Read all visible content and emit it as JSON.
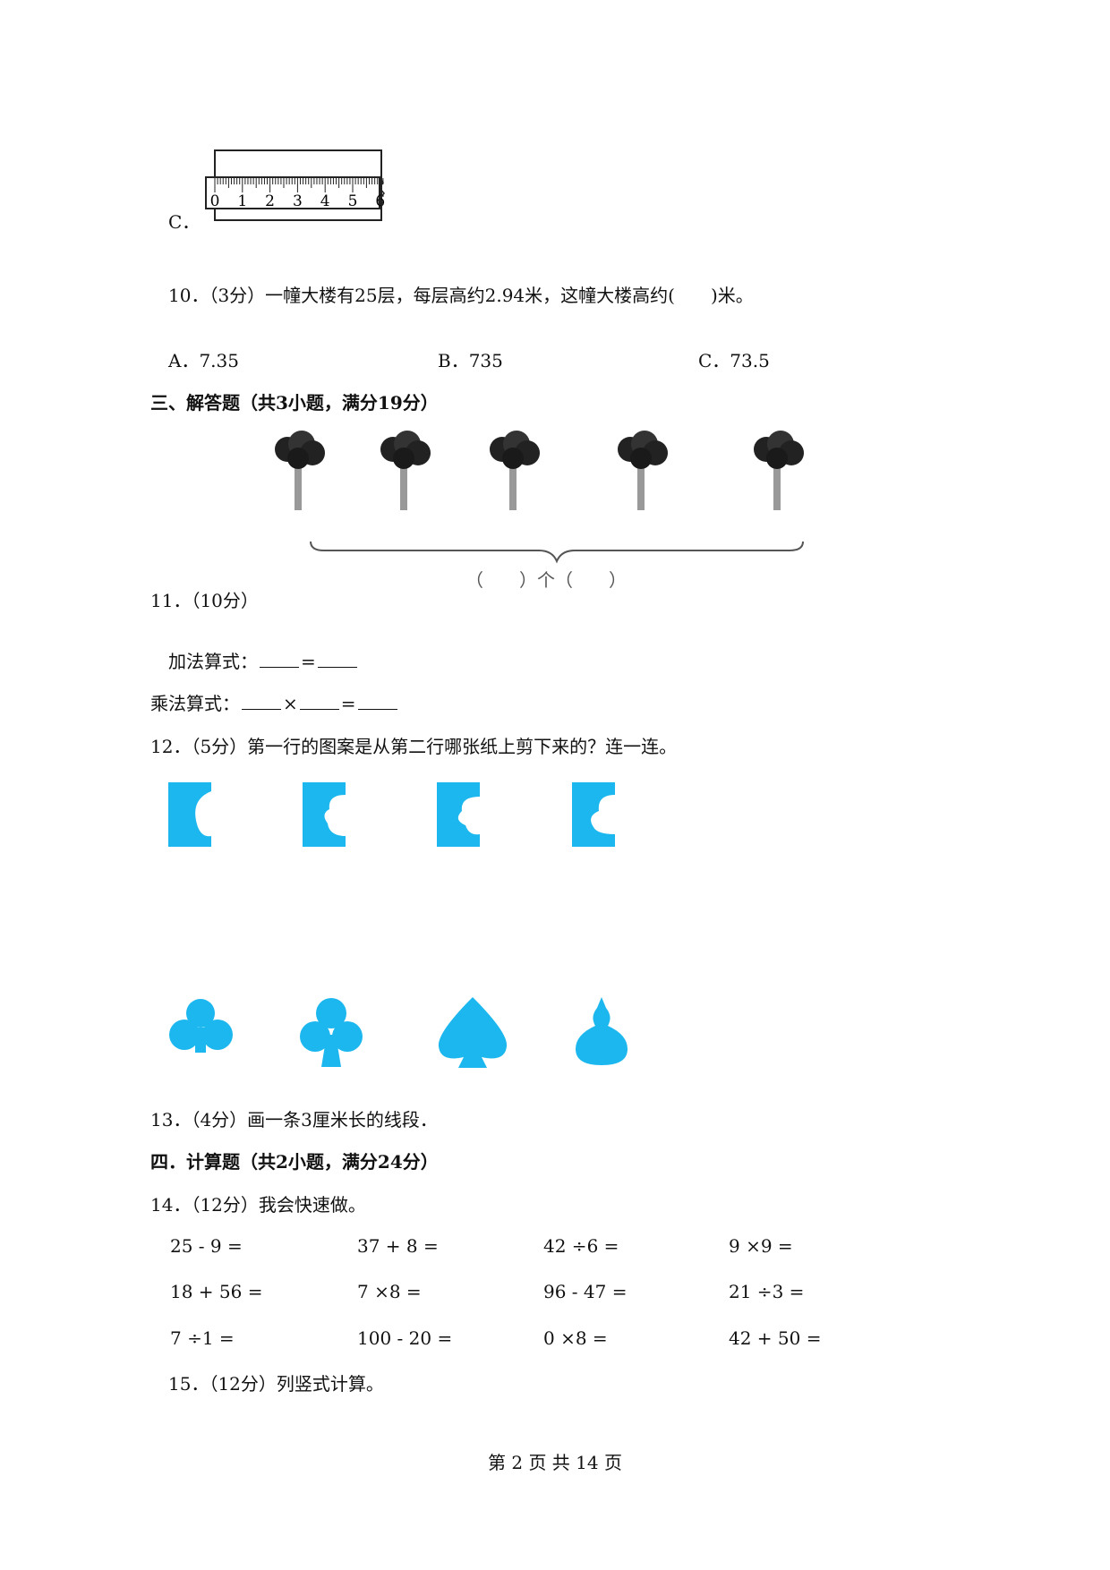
{
  "q9": {
    "option_c_label": "C．",
    "ruler_ticks": [
      "0",
      "1",
      "2",
      "3",
      "4",
      "5",
      "6"
    ]
  },
  "q10": {
    "text": "10．（3分）一幢大楼有25层，每层高约2.94米，这幢大楼高约(　　)米。",
    "options": [
      "A．7.35",
      "B．735",
      "C．73.5"
    ]
  },
  "section3": {
    "title": "三、解答题（共3小题，满分19分）"
  },
  "q11": {
    "image_caption": "（　　）个（　　）",
    "text": "11．（10分）",
    "add_label": "加法算式：",
    "mul_label": "乘法算式：",
    "eq": "=",
    "times": "×"
  },
  "q12": {
    "text": "12．（5分）第一行的图案是从第二行哪张纸上剪下来的？连一连。",
    "shape_color": "#1BB7EE"
  },
  "q13": {
    "text": "13．（4分）画一条3厘米长的线段．"
  },
  "section4": {
    "title": "四．计算题（共2小题，满分24分）"
  },
  "q14": {
    "text": "14．（12分）我会快速做。",
    "problems": [
      [
        "25 - 9 =",
        "37 + 8 =",
        "42 ÷6 =",
        "9 ×9 ="
      ],
      [
        "18 + 56 =",
        "7 ×8 =",
        "96 - 47 =",
        "21 ÷3 ="
      ],
      [
        "7 ÷1 =",
        "100 - 20 =",
        "0 ×8 =",
        "42 + 50 ="
      ]
    ]
  },
  "q15": {
    "text": "15．（12分）列竖式计算。"
  },
  "footer": {
    "page": "第 2 页 共 14 页"
  }
}
